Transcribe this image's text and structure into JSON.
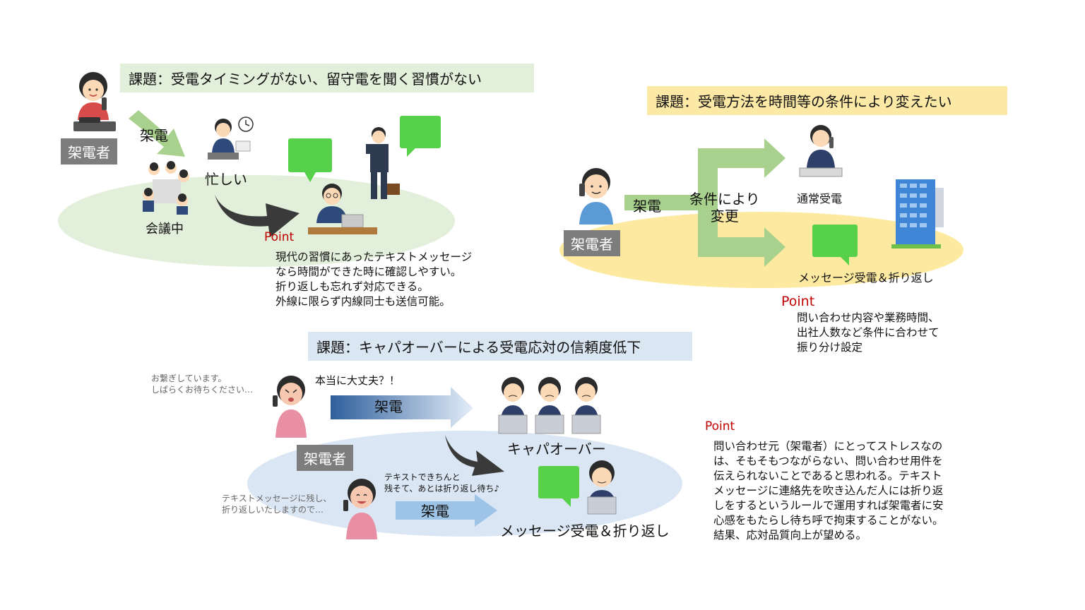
{
  "section1": {
    "title": "課題：受電タイミングがない、留守電を聞く習慣がない",
    "caller_label": "架電者",
    "call_label": "架電",
    "busy_label": "忙しい",
    "meeting_label": "会議中",
    "point_label": "Point",
    "point_text": "現代の習慣にあったテキストメッセージ\nなら時間ができた時に確認しやすい。\n折り返しも忘れず対応できる。\n外線に限らず内線同士も送信可能。"
  },
  "section2": {
    "title": "課題：受電方法を時間等の条件により変えたい",
    "caller_label": "架電者",
    "call_label": "架電",
    "condition_label": "条件により\n変更",
    "normal_label": "通常受電",
    "message_label": "メッセージ受電＆折り返し",
    "point_label": "Point",
    "point_text": "問い合わせ内容や業務時間、\n出社人数など条件に合わせて\n振り分け設定"
  },
  "section3": {
    "title": "課題：キャパオーバーによる受電応対の信頼度低下",
    "waiting_text": "お繋ぎしています。\nしばらくお待ちください…",
    "worried_text": "本当に大丈夫？！",
    "call_label_top": "架電",
    "overflow_label": "キャパオーバー",
    "caller_label": "架電者",
    "leave_text": "テキストメッセージに残し、\n折り返しいたしますので…",
    "relief_text": "テキストできちんと\n残そて、あとは折り返し待ち♪",
    "call_label_bottom": "架電",
    "message_label": "メッセージ受電＆折り返し",
    "point_label": "Point",
    "point_text": "問い合わせ元（架電者）にとってストレスなの\nは、そもそもつながらない、問い合わせ用件を\n伝えられないことであると思われる。テキスト\nメッセージに連絡先を吹き込んだ人には折り返\nしをするというルールで運用すれば架電者に安\n心感をもたらし待ち呼で拘束することがない。\n結果、応対品質向上が望める。"
  },
  "colors": {
    "title1_bg": "#e2efda",
    "title2_bg": "#fde9a6",
    "title3_bg": "#dae6f2",
    "ellipse1": "#e2efda",
    "ellipse2": "#fdeaa0",
    "ellipse3": "#dae6f3",
    "bubble": "#57d149",
    "point_red": "#c00000",
    "arrow_green": "#a9d18e"
  }
}
